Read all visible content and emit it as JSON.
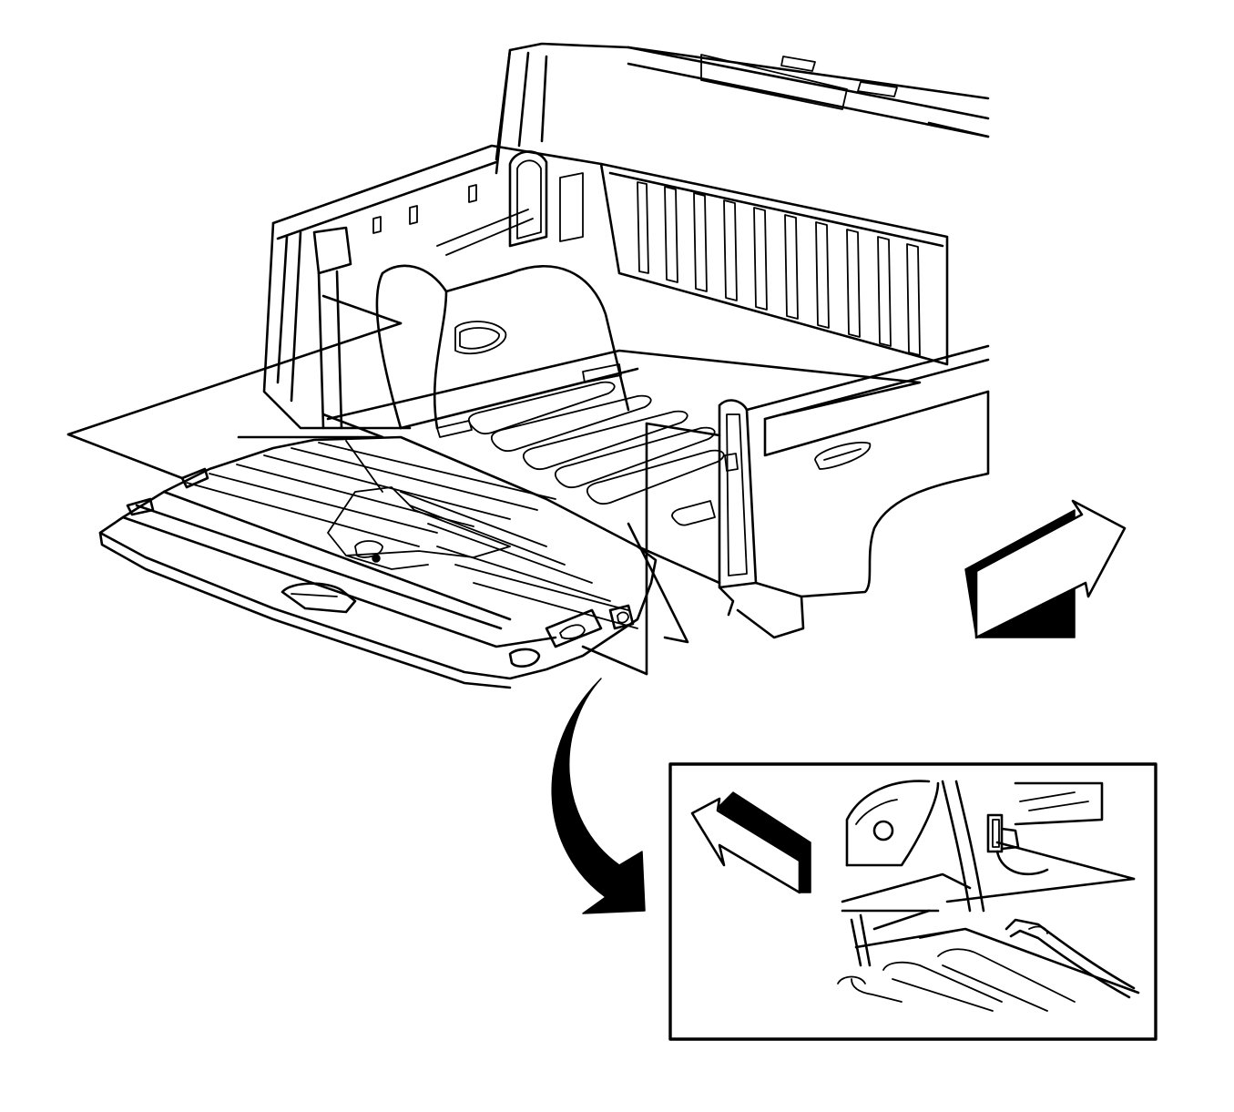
{
  "figure": {
    "subject": "pickup-truck-bed-with-open-tailgate",
    "detail_view": "tailgate-hinge-and-strap-detail",
    "callout_count": 3,
    "direction_arrows": [
      "forward-right",
      "inset-back-left",
      "detail-curved-down"
    ],
    "colors": {
      "line": "#000000",
      "background": "#ffffff"
    }
  }
}
